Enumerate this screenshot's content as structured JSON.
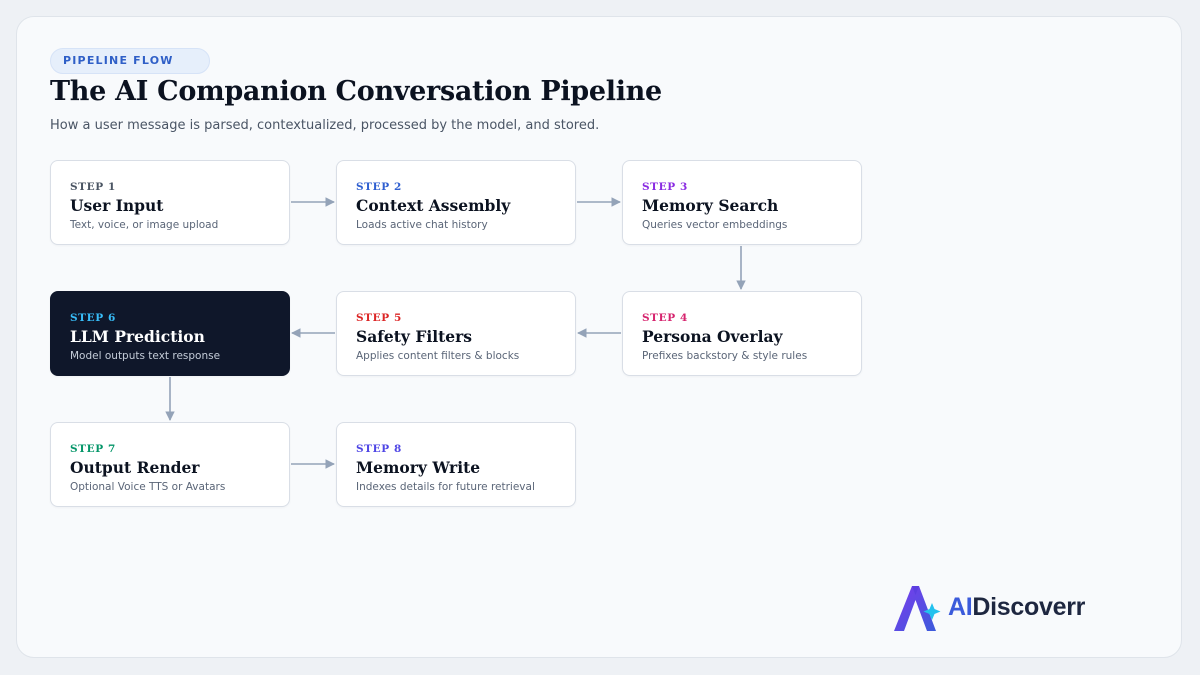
{
  "badge": "PIPELINE FLOW",
  "title": "The AI Companion Conversation Pipeline",
  "subtitle": "How a user message is parsed, contextualized, processed by the model, and stored.",
  "steps": [
    {
      "label": "STEP 1",
      "title": "User Input",
      "desc": "Text, voice, or image upload",
      "color": "#4b5563"
    },
    {
      "label": "STEP 2",
      "title": "Context Assembly",
      "desc": "Loads active chat history",
      "color": "#2f5fd0"
    },
    {
      "label": "STEP 3",
      "title": "Memory Search",
      "desc": "Queries vector embeddings",
      "color": "#8a2be2"
    },
    {
      "label": "STEP 4",
      "title": "Persona Overlay",
      "desc": "Prefixes backstory & style rules",
      "color": "#d6246e"
    },
    {
      "label": "STEP 5",
      "title": "Safety Filters",
      "desc": "Applies content filters & blocks",
      "color": "#dc2626"
    },
    {
      "label": "STEP 6",
      "title": "LLM Prediction",
      "desc": "Model outputs text response",
      "color": "#38bdf8"
    },
    {
      "label": "STEP 7",
      "title": "Output Render",
      "desc": "Optional Voice TTS or Avatars",
      "color": "#059669"
    },
    {
      "label": "STEP 8",
      "title": "Memory Write",
      "desc": "Indexes details for future retrieval",
      "color": "#4f46e5"
    }
  ],
  "logo": {
    "prefix": "AI",
    "suffix": "Discoverr"
  },
  "colors": {
    "arrow": "#94a3b8",
    "dark_card": "#0f172a",
    "accent": "#3b5bdb"
  }
}
